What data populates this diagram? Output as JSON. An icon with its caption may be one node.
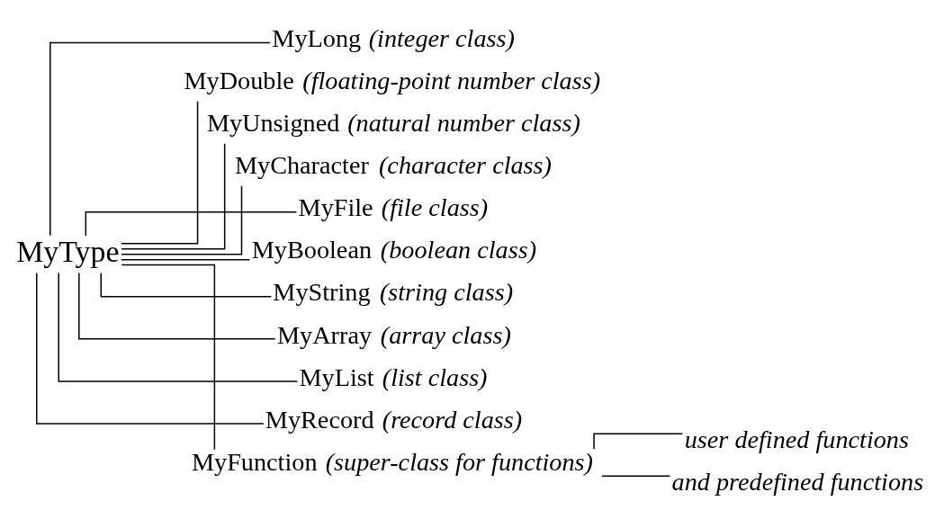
{
  "diagram": {
    "nodes": [
      {
        "text": [
          "MyType"
        ]
      },
      {
        "text": [
          "MyLong",
          "(integer class)"
        ]
      },
      {
        "text": [
          "MyDouble",
          "(floating-point number class)"
        ]
      },
      {
        "text": [
          "MyUnsigned",
          "(natural number class)"
        ]
      },
      {
        "text": [
          "MyCharacter",
          "(character class)"
        ]
      },
      {
        "text": [
          "MyFile",
          "(file class)"
        ]
      },
      {
        "text": [
          "MyBoolean",
          "(boolean class)"
        ]
      },
      {
        "text": [
          "MyString",
          "(string class)"
        ]
      },
      {
        "text": [
          "MyArray",
          "(array class)"
        ]
      },
      {
        "text": [
          "MyList",
          "(list class)"
        ]
      },
      {
        "text": [
          "MyRecord",
          "(record class)"
        ]
      },
      {
        "text": [
          "MyFunction",
          "(super-class for functions)"
        ]
      },
      {
        "text": [
          "user defined functions"
        ]
      },
      {
        "text": [
          "and predefined functions"
        ]
      }
    ],
    "edges": [
      {
        "from": 0,
        "to": 1,
        "arrow": "none"
      },
      {
        "from": 0,
        "to": 2,
        "arrow": "none"
      },
      {
        "from": 0,
        "to": 3,
        "arrow": "none"
      },
      {
        "from": 0,
        "to": 4,
        "arrow": "none"
      },
      {
        "from": 0,
        "to": 5,
        "arrow": "none"
      },
      {
        "from": 0,
        "to": 6,
        "arrow": "none"
      },
      {
        "from": 0,
        "to": 7,
        "arrow": "none"
      },
      {
        "from": 0,
        "to": 8,
        "arrow": "none"
      },
      {
        "from": 0,
        "to": 9,
        "arrow": "none"
      },
      {
        "from": 0,
        "to": 10,
        "arrow": "none"
      },
      {
        "from": 0,
        "to": 11,
        "arrow": "none"
      },
      {
        "from": 11,
        "to": 12,
        "arrow": "none"
      },
      {
        "from": 11,
        "to": 13,
        "arrow": "none"
      }
    ]
  }
}
